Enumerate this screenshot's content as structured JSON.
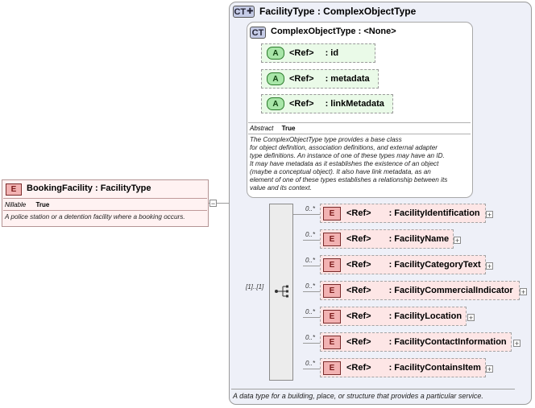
{
  "facility_type": {
    "badge": "CT",
    "name": "FacilityType",
    "separator": ":",
    "base": "ComplexObjectType",
    "description": "A data type for a building, place, or structure that provides a particular service."
  },
  "complex_object_type": {
    "badge": "CT",
    "name": "ComplexObjectType",
    "separator": ":",
    "base": "<None>",
    "attributes": [
      {
        "badge": "A",
        "ref": "<Ref>",
        "name": ": id"
      },
      {
        "badge": "A",
        "ref": "<Ref>",
        "name": ": metadata"
      },
      {
        "badge": "A",
        "ref": "<Ref>",
        "name": ": linkMetadata"
      }
    ],
    "abstract_label": "Abstract",
    "abstract_value": "True",
    "description_lines": [
      "The ComplexObjectType type provides a base class",
      "for object definition, association definitions, and external adapter",
      "type definitions. An instance of one of these types may have an ID.",
      "It may have metadata as it establishes the existence of an object",
      "(maybe a conceptual object). It also have link metadata, as an",
      "element of one of these types establishes a relationship between its",
      "value and its context."
    ]
  },
  "sequence": {
    "cardinality": "[1]..[1]",
    "elements": [
      {
        "badge": "E",
        "cardinality": "0..*",
        "ref": "<Ref>",
        "name": ": FacilityIdentification"
      },
      {
        "badge": "E",
        "cardinality": "0..*",
        "ref": "<Ref>",
        "name": ": FacilityName"
      },
      {
        "badge": "E",
        "cardinality": "0..*",
        "ref": "<Ref>",
        "name": ": FacilityCategoryText"
      },
      {
        "badge": "E",
        "cardinality": "0..*",
        "ref": "<Ref>",
        "name": ": FacilityCommercialIndicator"
      },
      {
        "badge": "E",
        "cardinality": "0..*",
        "ref": "<Ref>",
        "name": ": FacilityLocation"
      },
      {
        "badge": "E",
        "cardinality": "0..*",
        "ref": "<Ref>",
        "name": ": FacilityContactInformation"
      },
      {
        "badge": "E",
        "cardinality": "0..*",
        "ref": "<Ref>",
        "name": ": FacilityContainsItem"
      }
    ],
    "expand_symbol": "+"
  },
  "booking_facility": {
    "badge": "E",
    "name": "BookingFacility",
    "separator": ":",
    "type": "FacilityType",
    "nillable_label": "Nillable",
    "nillable_value": "True",
    "description": "A police station or a detention facility where a booking occurs."
  },
  "colors": {
    "complex_type_fill": "#eef0f8",
    "attribute_fill": "#eafae8",
    "element_fill": "#fde6e6",
    "element_badge": "#f2b2b2",
    "attribute_badge": "#a8e6a8",
    "ct_badge": "#c5cbe6"
  }
}
